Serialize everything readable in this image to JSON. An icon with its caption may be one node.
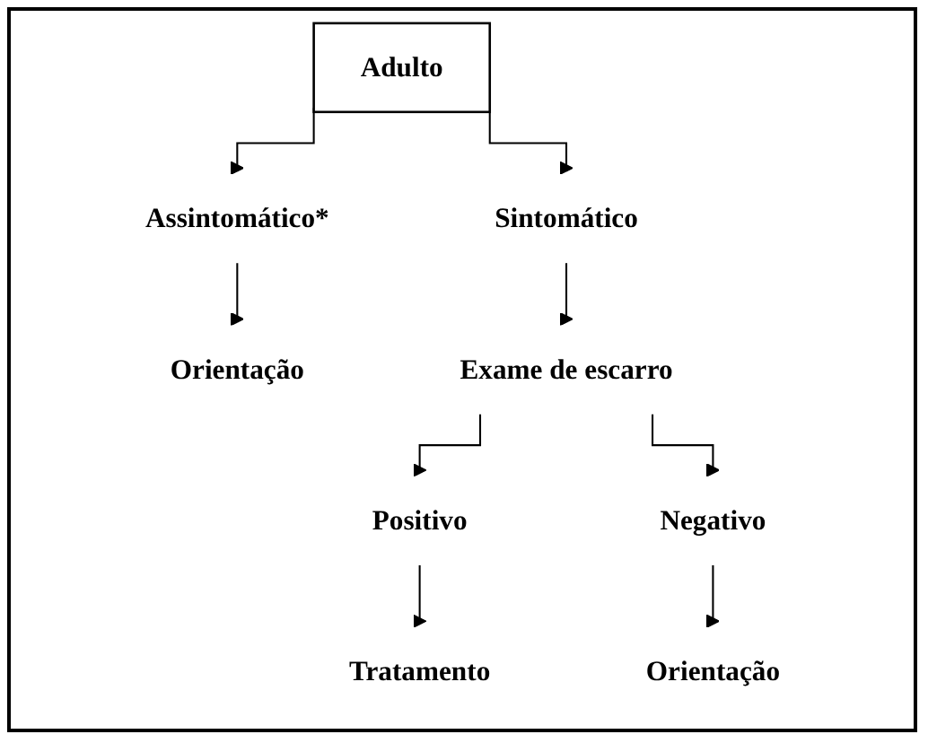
{
  "diagram": {
    "nodes": [
      {
        "text": [
          "Adulto"
        ]
      },
      {
        "text": [
          "Assintomático*"
        ]
      },
      {
        "text": [
          "Sintomático"
        ]
      },
      {
        "text": [
          "Orientação"
        ]
      },
      {
        "text": [
          "Exame de escarro"
        ]
      },
      {
        "text": [
          "Positivo"
        ]
      },
      {
        "text": [
          "Negativo"
        ]
      },
      {
        "text": [
          "Tratamento"
        ]
      },
      {
        "text": [
          "Orientação"
        ]
      }
    ],
    "edges": [
      {
        "from": 0,
        "to": 1,
        "arrow": "to"
      },
      {
        "from": 0,
        "to": 2,
        "arrow": "to"
      },
      {
        "from": 1,
        "to": 3,
        "arrow": "to"
      },
      {
        "from": 2,
        "to": 4,
        "arrow": "to"
      },
      {
        "from": 4,
        "to": 5,
        "arrow": "to"
      },
      {
        "from": 4,
        "to": 6,
        "arrow": "to"
      },
      {
        "from": 5,
        "to": 7,
        "arrow": "to"
      },
      {
        "from": 6,
        "to": 8,
        "arrow": "to"
      }
    ]
  }
}
